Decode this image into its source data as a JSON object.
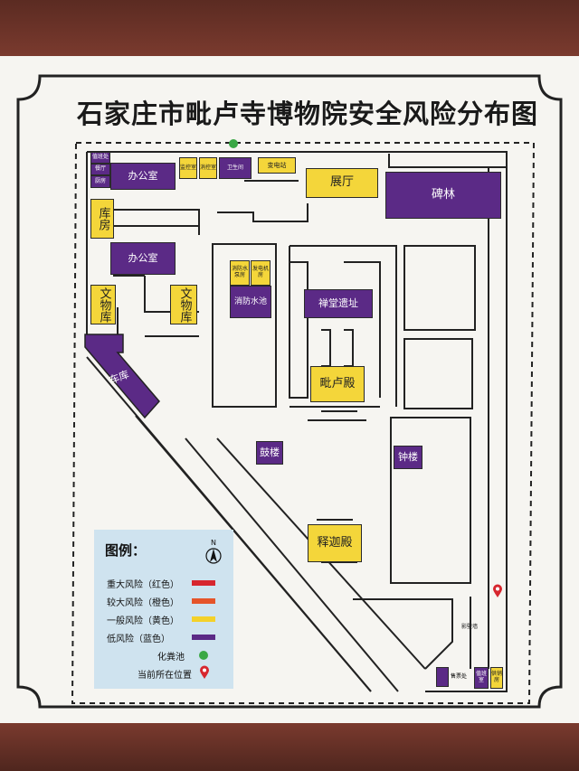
{
  "title": "石家庄市毗卢寺博物院安全风险分布图",
  "rooms": {
    "zhiban": "值班处",
    "canting": "餐厅",
    "chufang": "厨房",
    "bangongshi_top": "办公室",
    "jiankong": "监控室",
    "zhikong": "消控室",
    "weishengjian": "卫生间",
    "biandianzhan": "变电站",
    "zhanting": "展厅",
    "beilin": "碑林",
    "kufang": "库房",
    "bangongshi_mid": "办公室",
    "xiaofang_bengfang": "消防水泵房",
    "fadian_jifang": "发电机房",
    "xiaofang_shuichi": "消防水池",
    "wenwuku_left": "文物库",
    "wenwuku_right": "文物库",
    "chantang_yizhi": "禅堂遗址",
    "cheku": "车库",
    "piluodian": "毗卢殿",
    "gulou": "鼓楼",
    "zhonglou": "钟楼",
    "shijiadian": "释迦殿",
    "yingbi": "影壁墙",
    "shoupiaochu": "售票处",
    "zhibanshi": "值班室",
    "gongxiaoshi": "供销房"
  },
  "legend": {
    "title": "图例：",
    "items": [
      {
        "label": "重大风险（红色）",
        "color": "#d7262e"
      },
      {
        "label": "较大风险（橙色）",
        "color": "#e5542a"
      },
      {
        "label": "一般风险（黄色）",
        "color": "#f4d12a"
      },
      {
        "label": "低风险（蓝色）",
        "color": "#5b2a86"
      }
    ],
    "septic": "化粪池",
    "septic_color": "#3aa845",
    "current": "当前所在位置",
    "current_color": "#d7262e",
    "north": "N"
  },
  "colors": {
    "low_risk": "#5b2a86",
    "general_risk": "#f4d63a"
  }
}
